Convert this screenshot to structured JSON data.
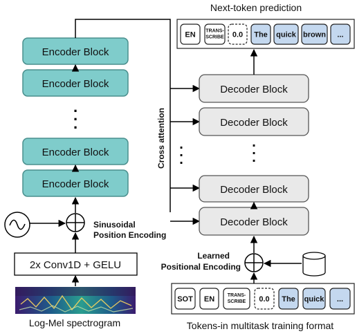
{
  "top_title": "Next-token prediction",
  "bottom_title": "Tokens-in multitask training format",
  "spectrogram_caption": "Log-Mel spectrogram",
  "conv_label": "2x Conv1D + GELU",
  "sinusoidal_label": [
    "Sinusoidal",
    "Position Encoding"
  ],
  "learned_label": [
    "Learned",
    "Positional Encoding"
  ],
  "cross_attention_label": "Cross attention",
  "encoder_block_label": "Encoder Block",
  "decoder_block_label": "Decoder Block",
  "ellipsis": ".",
  "output_tokens": [
    {
      "label": [
        "EN"
      ],
      "kind": "special"
    },
    {
      "label": [
        "TRANS-",
        "SCRIBE"
      ],
      "kind": "special"
    },
    {
      "label": [
        "0.0"
      ],
      "kind": "timestamp"
    },
    {
      "label": [
        "The"
      ],
      "kind": "text"
    },
    {
      "label": [
        "quick"
      ],
      "kind": "text"
    },
    {
      "label": [
        "brown"
      ],
      "kind": "text"
    },
    {
      "label": [
        "..."
      ],
      "kind": "text"
    }
  ],
  "input_tokens": [
    {
      "label": [
        "SOT"
      ],
      "kind": "special"
    },
    {
      "label": [
        "EN"
      ],
      "kind": "special"
    },
    {
      "label": [
        "TRANS-",
        "SCRIBE"
      ],
      "kind": "special"
    },
    {
      "label": [
        "0.0"
      ],
      "kind": "timestamp"
    },
    {
      "label": [
        "The"
      ],
      "kind": "text"
    },
    {
      "label": [
        "quick"
      ],
      "kind": "text"
    },
    {
      "label": [
        "..."
      ],
      "kind": "text"
    }
  ],
  "colors": {
    "encoder_fill": "#7fcccb",
    "encoder_stroke": "#4a8f8d",
    "decoder_fill": "#e9e9e9",
    "decoder_stroke": "#555555",
    "text_token_fill": "#c4d8ef",
    "special_token_fill": "#ffffff",
    "line": "#000000"
  },
  "icons": [
    "sine-wave-icon",
    "plus-circle-icon",
    "database-icon",
    "spectrogram-image"
  ]
}
